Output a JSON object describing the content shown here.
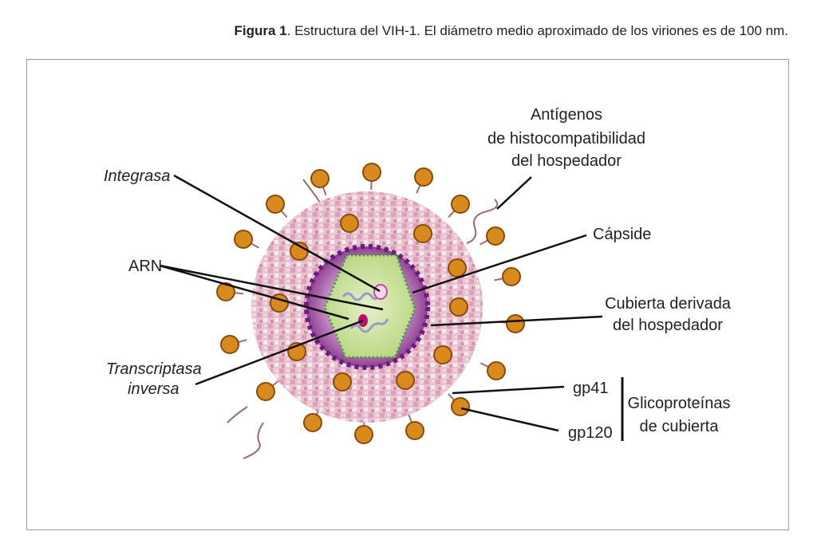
{
  "caption": {
    "label": "Figura 1",
    "text": ". Estructura del VIH-1. El diámetro medio aproximado de los viriones es de 100 nm."
  },
  "labels": {
    "integrasa": "Integrasa",
    "arn": "ARN",
    "transcriptasa_1": "Transcriptasa",
    "transcriptasa_2": "inversa",
    "antigenos_1": "Antígenos",
    "antigenos_2": "de histocompatibilidad",
    "antigenos_3": "del hospedador",
    "capside": "Cápside",
    "cubierta_1": "Cubierta derivada",
    "cubierta_2": "del hospedador",
    "gp41": "gp41",
    "gp120": "gp120",
    "glico_1": "Glicoproteínas",
    "glico_2": "de cubierta"
  },
  "colors": {
    "envelope": "#e3b3c6",
    "matrix": "#9b4f9e",
    "capsid": "#cfe39a",
    "knob": "#d88a1c",
    "knob_stroke": "#8a4a0a"
  }
}
